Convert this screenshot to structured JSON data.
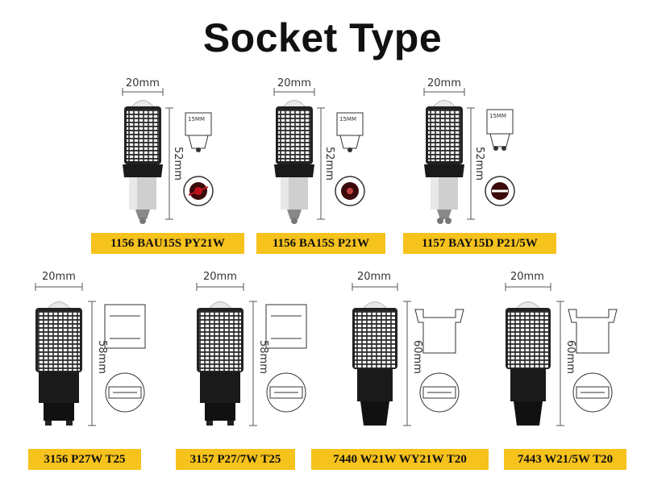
{
  "title": "Socket Type",
  "accent_color": "#f6c21c",
  "top_row": [
    {
      "label": "1156 BAU15S PY21W",
      "width_dim": "20mm",
      "height_dim": "52mm",
      "socket_dim": "15MM",
      "base": "ba",
      "pin_color": "#c0101a"
    },
    {
      "label": "1156 BA15S P21W",
      "width_dim": "20mm",
      "height_dim": "52mm",
      "socket_dim": "15MM",
      "base": "ba",
      "pin_color": "#222"
    },
    {
      "label": "1157 BAY15D P21/5W",
      "width_dim": "20mm",
      "height_dim": "52mm",
      "socket_dim": "15MM",
      "base": "bay",
      "pin_color": "#222"
    }
  ],
  "bottom_row": [
    {
      "label": "3156 P27W T25",
      "width_dim": "20mm",
      "height_dim": "58mm",
      "base": "t25"
    },
    {
      "label": "3157 P27/7W T25",
      "width_dim": "20mm",
      "height_dim": "58mm",
      "base": "t25"
    },
    {
      "label": "7440 W21W WY21W T20",
      "width_dim": "20mm",
      "height_dim": "60mm",
      "base": "t20"
    },
    {
      "label": "7443 W21/5W T20",
      "width_dim": "20mm",
      "height_dim": "60mm",
      "base": "t20"
    }
  ]
}
